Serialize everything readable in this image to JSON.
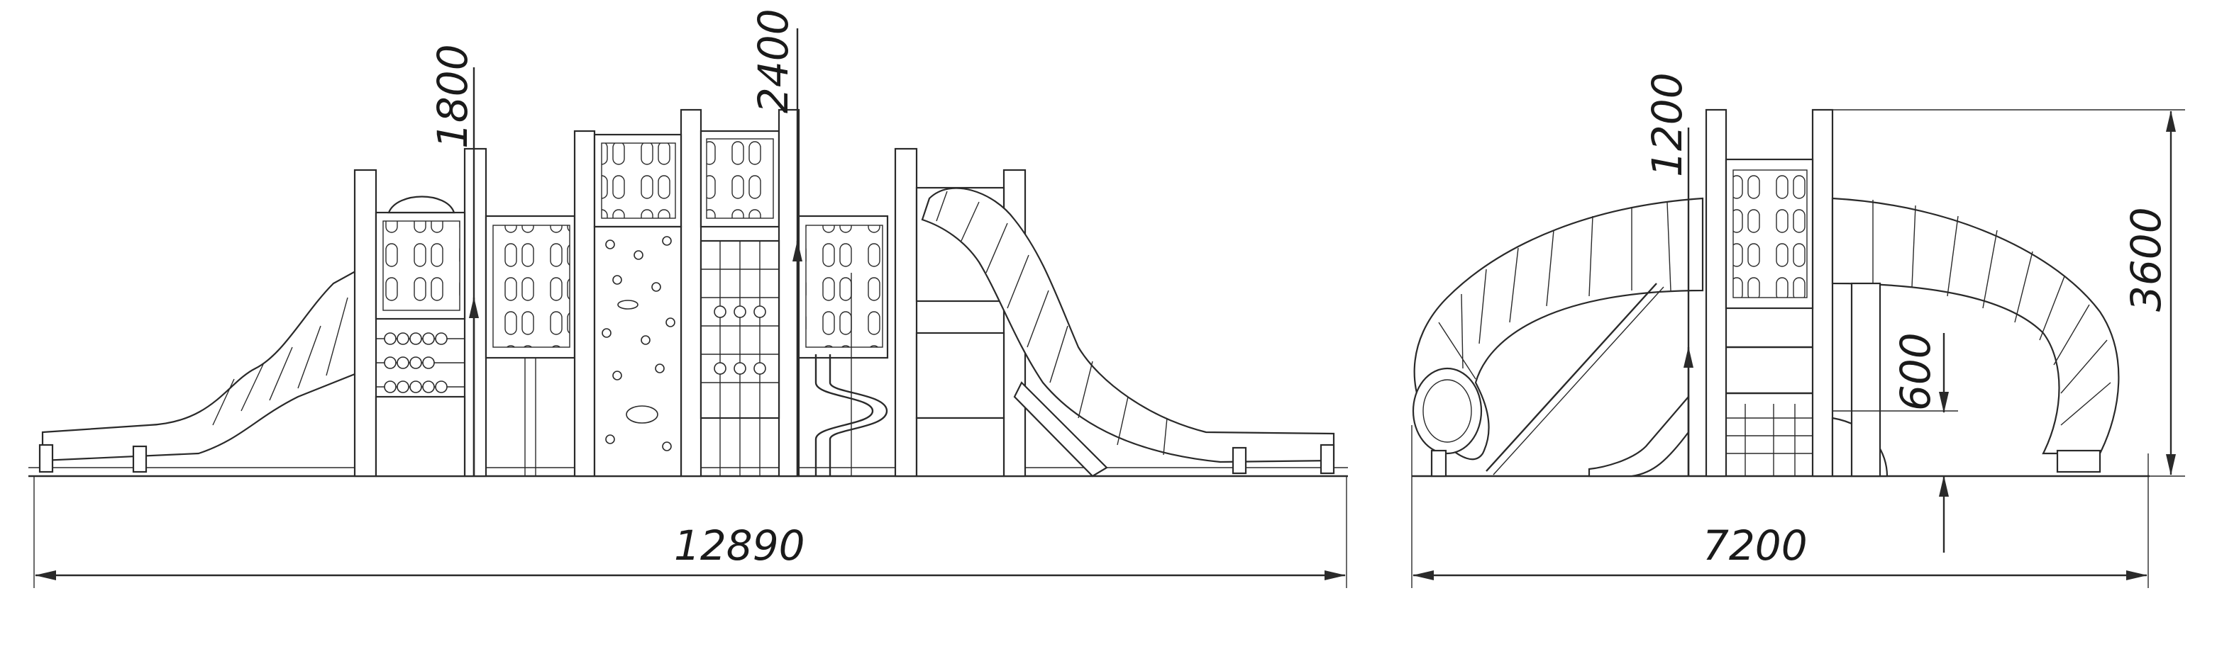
{
  "drawing": {
    "front_view": {
      "overall_width": "12890",
      "height_low_platform": "1800",
      "height_high_platform": "2400"
    },
    "side_view": {
      "overall_width": "7200",
      "height_platform": "1200",
      "height_step": "600",
      "overall_height": "3600"
    }
  },
  "colors": {
    "line": "#2a2a2a",
    "background": "#ffffff"
  }
}
